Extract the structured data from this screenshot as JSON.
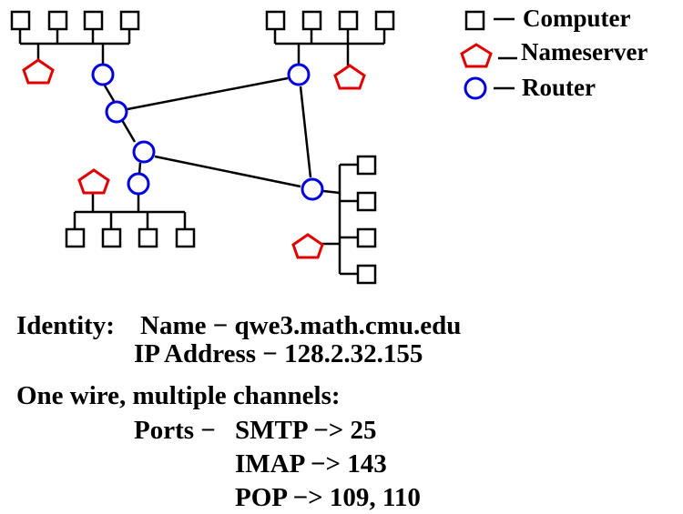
{
  "legend": {
    "computer_label": "Computer",
    "nameserver_label": "Nameserver",
    "router_label": "Router"
  },
  "colors": {
    "nameserver": "#e00000",
    "router": "#0000e0",
    "line": "#000000"
  },
  "text": {
    "identity_heading": "Identity:",
    "name_line": "Name − qwe3.math.cmu.edu",
    "ip_line": "IP Address − 128.2.32.155",
    "wire_heading": "One wire, multiple channels:",
    "ports_label": "Ports −",
    "smtp_line": "SMTP −> 25",
    "imap_line": "IMAP −> 143",
    "pop_line": "POP −> 109, 110"
  }
}
